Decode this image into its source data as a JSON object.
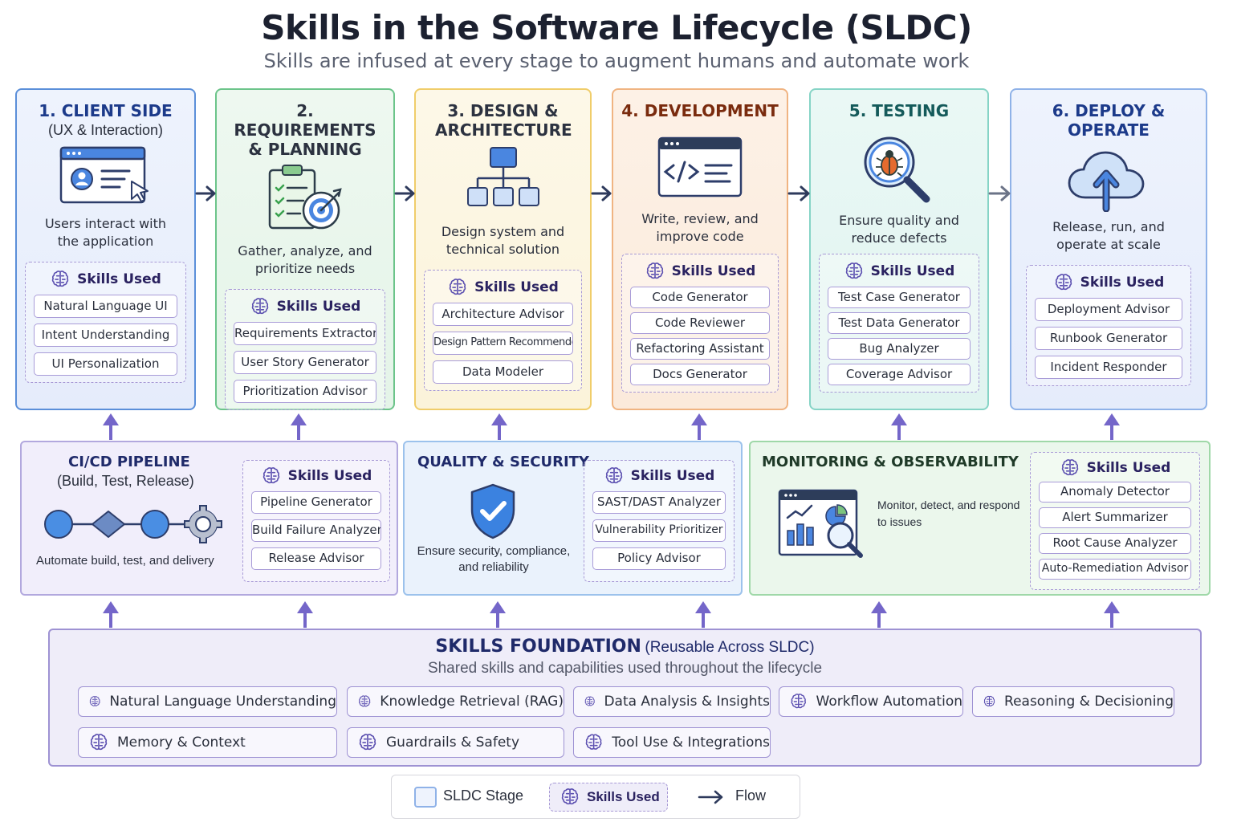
{
  "title": "Skills in the Software Lifecycle (SLDC)",
  "subtitle": "Skills are infused at every stage to augment humans and automate work",
  "skills_used_label": "Skills Used",
  "stages": [
    {
      "title": "1. CLIENT SIDE",
      "subtitle": "(UX & Interaction)",
      "desc": "Users interact with the application",
      "icon": "browser-user-cursor-icon",
      "color": "#1c3a8a",
      "skills": [
        "Natural Language UI",
        "Intent Understanding",
        "UI Personalization"
      ]
    },
    {
      "title": "2. REQUIREMENTS & PLANNING",
      "subtitle": "",
      "desc": "Gather, analyze, and prioritize needs",
      "icon": "clipboard-target-icon",
      "color": "#2c3240",
      "skills": [
        "Requirements Extractor",
        "User Story Generator",
        "Prioritization Advisor"
      ]
    },
    {
      "title": "3. DESIGN & ARCHITECTURE",
      "subtitle": "",
      "desc": "Design system and technical solution",
      "icon": "hierarchy-icon",
      "color": "#2c3240",
      "skills": [
        "Architecture Advisor",
        "Design Pattern Recommender",
        "Data Modeler"
      ]
    },
    {
      "title": "4. DEVELOPMENT",
      "subtitle": "",
      "desc": "Write, review, and improve code",
      "icon": "code-window-icon",
      "color": "#7a2b0e",
      "skills": [
        "Code Generator",
        "Code Reviewer",
        "Refactoring Assistant",
        "Docs Generator"
      ]
    },
    {
      "title": "5. TESTING",
      "subtitle": "",
      "desc": "Ensure quality and reduce defects",
      "icon": "bug-magnifier-icon",
      "color": "#145a5a",
      "skills": [
        "Test Case Generator",
        "Test Data Generator",
        "Bug Analyzer",
        "Coverage Advisor"
      ]
    },
    {
      "title": "6. DEPLOY & OPERATE",
      "subtitle": "",
      "desc": "Release, run, and operate at scale",
      "icon": "cloud-upload-icon",
      "color": "#1c3a8a",
      "skills": [
        "Deployment Advisor",
        "Runbook Generator",
        "Incident Responder"
      ]
    }
  ],
  "cicd": {
    "title": "CI/CD PIPELINE",
    "subtitle": "(Build, Test, Release)",
    "desc": "Automate build, test, and delivery",
    "skills": [
      "Pipeline Generator",
      "Build Failure Analyzer",
      "Release Advisor"
    ]
  },
  "quality": {
    "title": "QUALITY & SECURITY",
    "desc": "Ensure security, compliance, and reliability",
    "skills": [
      "SAST/DAST Analyzer",
      "Vulnerability Prioritizer",
      "Policy Advisor"
    ]
  },
  "monitoring": {
    "title": "MONITORING & OBSERVABILITY",
    "desc": "Monitor, detect, and respond to issues",
    "skills": [
      "Anomaly Detector",
      "Alert Summarizer",
      "Root Cause Analyzer",
      "Auto-Remediation Advisor"
    ]
  },
  "foundation": {
    "title": "SKILLS FOUNDATION",
    "title_suffix": "(Reusable Across SLDC)",
    "subtitle": "Shared skills and capabilities used throughout the lifecycle",
    "items": [
      "Natural Language Understanding",
      "Knowledge Retrieval (RAG)",
      "Data Analysis & Insights",
      "Workflow Automation",
      "Reasoning & Decisioning",
      "Memory & Context",
      "Guardrails & Safety",
      "Tool Use & Integrations"
    ]
  },
  "legend": {
    "stage": "SLDC Stage",
    "skills": "Skills Used",
    "flow": "Flow"
  },
  "colors": {
    "accent": "#7466c9",
    "arrow": "#7466c9",
    "flow_arrow": "#2e3a5c"
  }
}
